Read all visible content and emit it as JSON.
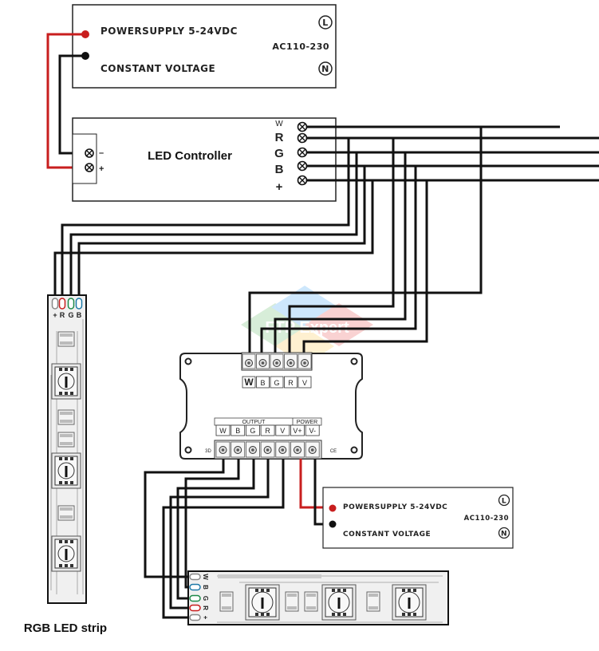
{
  "power_supply_top": {
    "line1": "POWERSUPPLY  5-24VDC",
    "line2": "CONSTANT   VOLTAGE",
    "ac_label": "AC110-230",
    "l_terminal": "L",
    "n_terminal": "N"
  },
  "led_controller": {
    "title": "LED Controller",
    "input_minus": "–",
    "input_plus": "+",
    "outputs": [
      "W",
      "R",
      "G",
      "B",
      "+"
    ]
  },
  "vertical_strip": {
    "pins": [
      "+",
      "R",
      "G",
      "B"
    ],
    "pin_colors": [
      "#888888",
      "#c81e1e",
      "#1e8a4a",
      "#1e7aa8"
    ],
    "caption": "RGB LED strip"
  },
  "amplifier": {
    "input_labels": [
      "W",
      "B",
      "G",
      "R",
      "V"
    ],
    "output_group_label": "OUTPUT",
    "power_group_label": "POWER",
    "output_labels": [
      "W",
      "B",
      "G",
      "R",
      "V",
      "V+",
      "V-"
    ],
    "side_left": "3D",
    "side_right": "CE"
  },
  "power_supply_bottom": {
    "line1": "POWERSUPPLY  5-24VDC",
    "line2": "CONSTANT   VOLTAGE",
    "ac_label": "AC110-230",
    "l_terminal": "L",
    "n_terminal": "N"
  },
  "horizontal_strip": {
    "pins": [
      "W",
      "B",
      "G",
      "R",
      "+"
    ],
    "pin_colors": [
      "#888888",
      "#1e7aa8",
      "#1e8a4a",
      "#c81e1e",
      "#888888"
    ]
  },
  "watermark": {
    "text": "FTP Expert",
    "colors": [
      "#4caf50",
      "#2196f3",
      "#e53935",
      "#fbc02d"
    ]
  }
}
